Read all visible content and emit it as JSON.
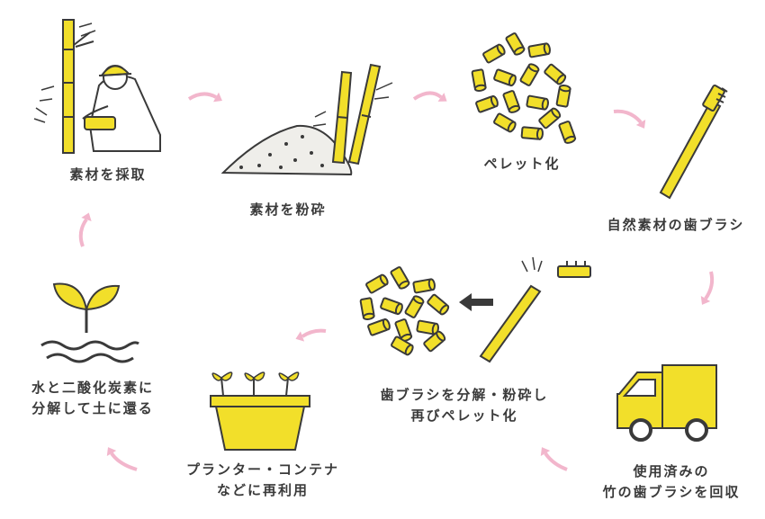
{
  "steps": {
    "harvest": "素材を採取",
    "crush": "素材を粉砕",
    "pellet": "ペレット化",
    "toothbrush": "自然素材の歯ブラシ",
    "collect_1": "使用済みの",
    "collect_2": "竹の歯ブラシを回収",
    "recycle_1": "歯ブラシを分解・粉砕し",
    "recycle_2": "再びペレット化",
    "planter_1": "プランター・コンテナ",
    "planter_2": "などに再利用",
    "decompose_1": "水と二酸化炭素に",
    "decompose_2": "分解して土に還る"
  },
  "colors": {
    "accent_yellow": "#f2df2a",
    "outline": "#3a3a3a",
    "arrow_pink": "#f2b6cc",
    "powder": "#efeeea"
  },
  "icons": [
    "worker-harvesting-bamboo-icon",
    "powder-pile-icon",
    "bamboo-icon",
    "pellets-icon",
    "toothbrush-icon",
    "truck-icon",
    "broken-toothbrush-icon",
    "planter-icon",
    "sprout-icon",
    "cycle-arrow-icon"
  ]
}
